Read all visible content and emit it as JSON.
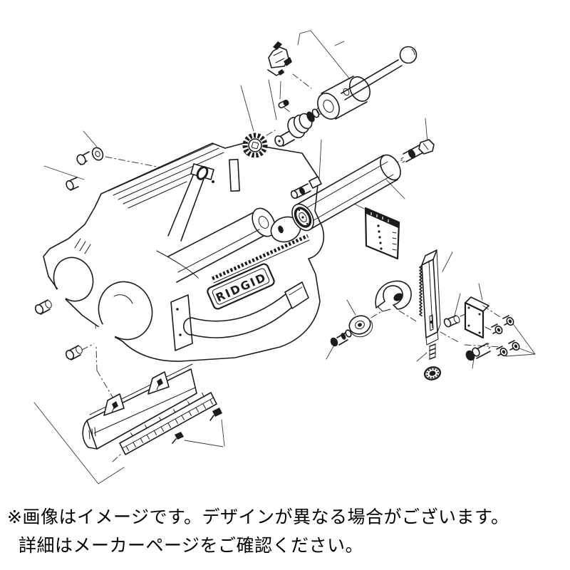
{
  "page": {
    "background_color": "#ffffff",
    "ink_color": "#1c1c1c"
  },
  "product_illustration": {
    "kind": "exploded parts diagram of a RIDGID machine",
    "brand_badge_text": "RIDGID"
  },
  "caption": {
    "line1": "※画像はイメージです。デザインが異なる場合がございます。",
    "line2": "詳細はメーカーページをご確認ください。"
  }
}
